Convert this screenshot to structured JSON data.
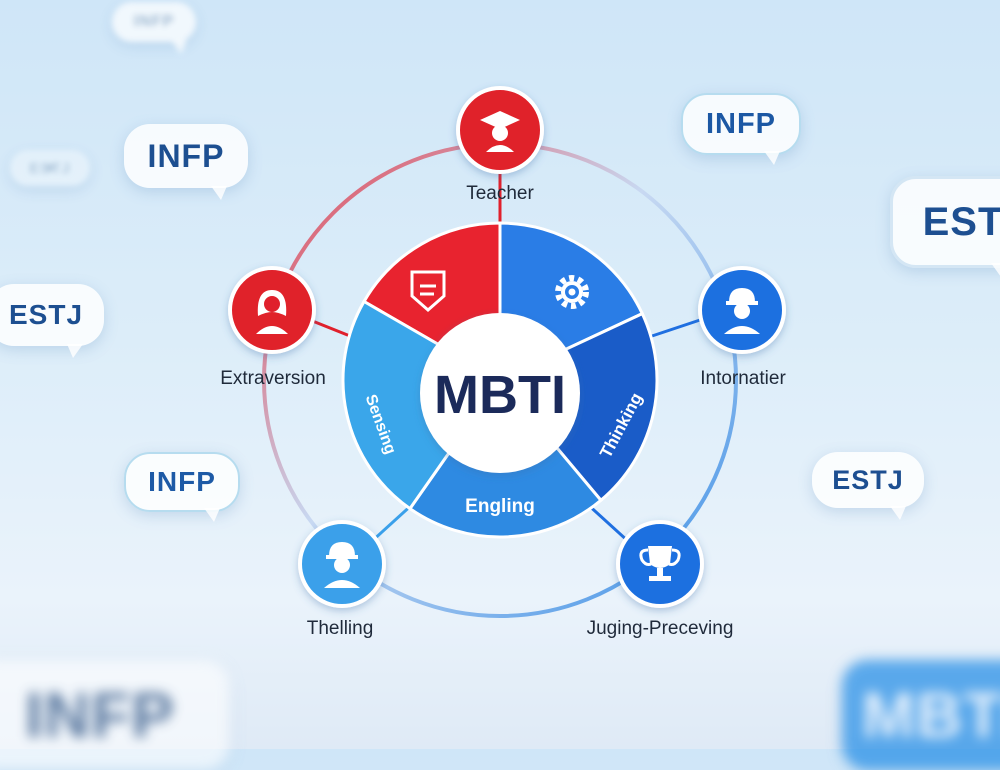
{
  "center": {
    "title": "MBTI"
  },
  "segments": [
    {
      "label": "",
      "icon": "badge-icon",
      "color": "#e8232f"
    },
    {
      "label": "",
      "icon": "gear-icon",
      "color": "#2a7de6"
    },
    {
      "label": "Thinking",
      "icon": "",
      "color": "#1a5cc8"
    },
    {
      "label": "Engling",
      "icon": "",
      "color": "#2e8ae2"
    },
    {
      "label": "Sensing",
      "icon": "",
      "color": "#3aa6ea"
    }
  ],
  "nodes": [
    {
      "label": "Teacher",
      "icon": "graduate-icon",
      "color": "#e0202c"
    },
    {
      "label": "Intornatier",
      "icon": "engineer-icon",
      "color": "#1f6fe0"
    },
    {
      "label": "Juging-Preceving",
      "icon": "trophy-icon",
      "color": "#1f6fe0"
    },
    {
      "label": "Thelling",
      "icon": "engineer-icon",
      "color": "#3aa0ea"
    },
    {
      "label": "Extraversion",
      "icon": "woman-icon",
      "color": "#e0202c"
    }
  ],
  "bubbles": [
    {
      "text": "INFP"
    },
    {
      "text": "INFP"
    },
    {
      "text": "ESTJ"
    },
    {
      "text": "ESTJ"
    },
    {
      "text": "INFP"
    },
    {
      "text": "EST"
    },
    {
      "text": "ESTJ"
    },
    {
      "text": "INFP"
    },
    {
      "text": "MBTI"
    }
  ]
}
